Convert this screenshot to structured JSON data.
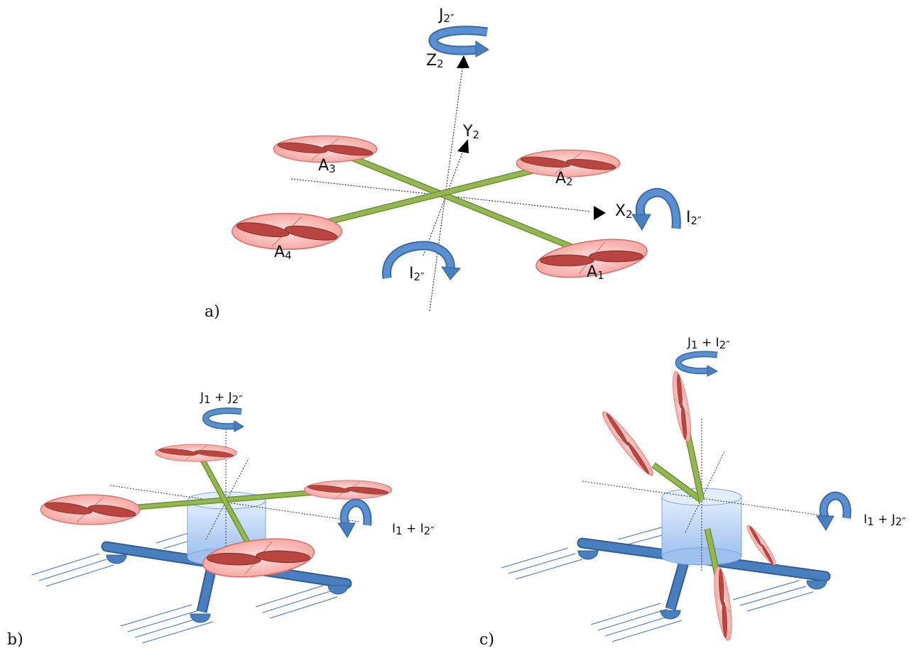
{
  "panel_a": {
    "caption": "a)",
    "axes": {
      "z": {
        "main": "Z",
        "sub": "2"
      },
      "y": {
        "main": "Y",
        "sub": "2"
      },
      "x": {
        "main": "X",
        "sub": "2"
      }
    },
    "rotor_labels": [
      {
        "main": "A",
        "sub": "1"
      },
      {
        "main": "A",
        "sub": "2"
      },
      {
        "main": "A",
        "sub": "3"
      },
      {
        "main": "A",
        "sub": "4"
      }
    ],
    "moment_top": {
      "main": "J",
      "sub": "2″"
    },
    "moment_x": {
      "main": "I",
      "sub": "2″"
    },
    "moment_front": {
      "main": "I",
      "sub": "2″"
    }
  },
  "panel_b": {
    "caption": "b)",
    "moment_top": {
      "a": "J",
      "a_sub": "1",
      "plus": " + ",
      "b": "J",
      "b_sub": "2″"
    },
    "moment_side": {
      "a": "I",
      "a_sub": "1",
      "plus": " + ",
      "b": "I",
      "b_sub": "2″"
    }
  },
  "panel_c": {
    "caption": "c)",
    "moment_top": {
      "a": "J",
      "a_sub": "1",
      "plus": " + ",
      "b": "I",
      "b_sub": "2″"
    },
    "moment_side": {
      "a": "I",
      "a_sub": "1",
      "plus": " + ",
      "b": "J",
      "b_sub": "2″"
    }
  },
  "colors": {
    "arm": "#8cb04a",
    "rotor_fill": "#f7b8b4",
    "blade": "#b94540",
    "moment_arrow": "#4a7fbe",
    "frame": "#3f6fae",
    "body": "#c9dcf7"
  }
}
